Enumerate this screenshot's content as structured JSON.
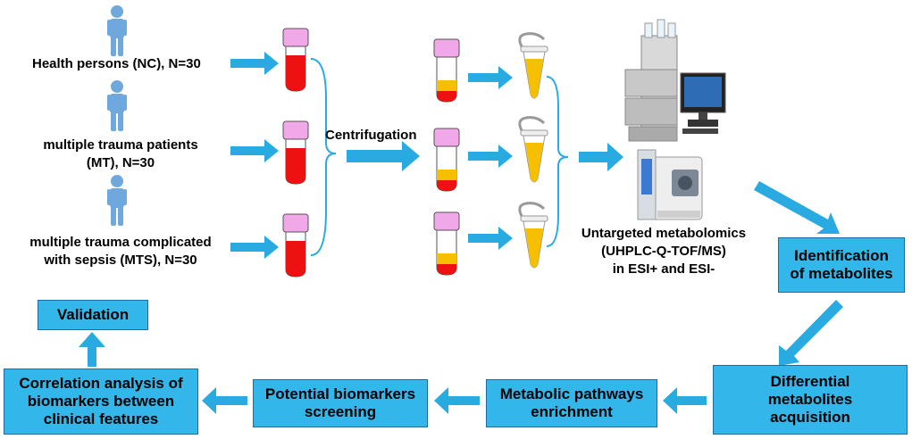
{
  "groups": [
    {
      "line1": "Health persons (NC), N=30",
      "line2": ""
    },
    {
      "line1": "multiple trauma patients",
      "line2": "(MT), N=30"
    },
    {
      "line1": "multiple trauma complicated",
      "line2": "with sepsis (MTS), N=30"
    }
  ],
  "centrifugation_label": "Centrifugation",
  "metabolomics": {
    "line1": "Untargeted metabolomics",
    "line2": "(UHPLC-Q-TOF/MS)",
    "line3": "in ESI+ and ESI-"
  },
  "steps": {
    "identification": "Identification\nof metabolites",
    "differential": "Differential\nmetabolites\nacquisition",
    "pathways": "Metabolic pathways\nenrichment",
    "screening": "Potential biomarkers\nscreening",
    "correlation": "Correlation analysis of\nbiomarkers between\nclinical features",
    "validation": "Validation"
  },
  "colors": {
    "arrow": "#29abe2",
    "box": "#33b7eb",
    "person": "#6fa8dc",
    "blood": "#ee1111",
    "cap": "#f0a8e8",
    "plasma": "#f6c000"
  }
}
